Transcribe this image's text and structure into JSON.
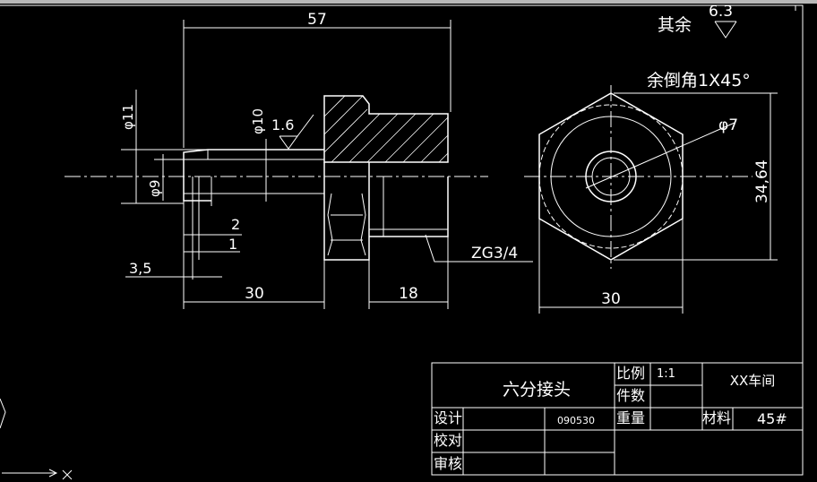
{
  "drawing": {
    "dimensions": {
      "overall_length": "57",
      "dia_11": "φ11",
      "dia_10": "φ10",
      "dia_9": "φ9",
      "dim_2": "2",
      "dim_1": "1",
      "dim_3_5": "3,5",
      "len_30": "30",
      "len_18": "18",
      "thread": "ZG3/4",
      "hex_width": "30",
      "hex_height": "34,64",
      "dia_7": "φ7"
    },
    "roughness": {
      "local": "1.6",
      "rest_label": "其余",
      "rest_value": "6.3"
    },
    "chamfer_note": "余倒角1X45°"
  },
  "title_block": {
    "part_name": "六分接头",
    "scale_label": "比例",
    "scale_value": "1:1",
    "qty_label": "件数",
    "weight_label": "重量",
    "workshop": "XX车间",
    "material_label": "材料",
    "material_value": "45#",
    "design_label": "设计",
    "date": "090530",
    "check_label": "校对",
    "review_label": "审核"
  },
  "colors": {
    "background": "#000000",
    "lines": "#ffffff"
  }
}
